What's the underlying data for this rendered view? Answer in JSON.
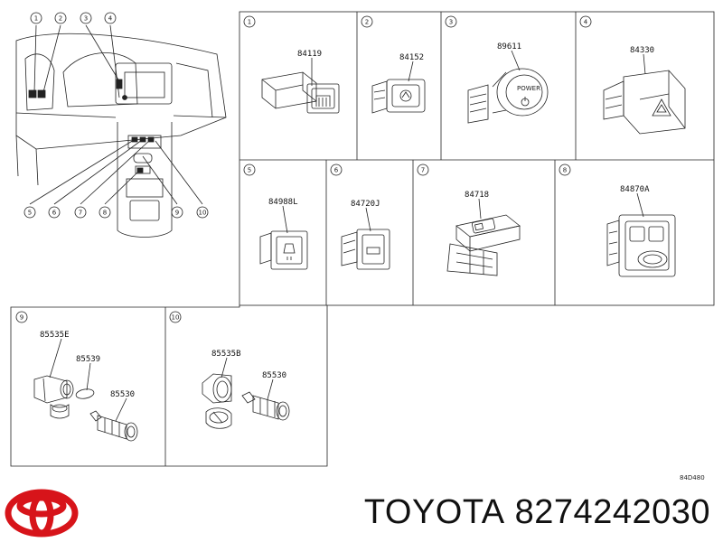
{
  "diagram": {
    "overview_callouts": [
      "1",
      "2",
      "3",
      "4",
      "5",
      "6",
      "7",
      "8",
      "9",
      "10"
    ],
    "cells": [
      {
        "num": "1",
        "parts": [
          "84119"
        ]
      },
      {
        "num": "2",
        "parts": [
          "84152"
        ]
      },
      {
        "num": "3",
        "parts": [
          "89611"
        ]
      },
      {
        "num": "4",
        "parts": [
          "84330"
        ]
      },
      {
        "num": "5",
        "parts": [
          "84988L"
        ]
      },
      {
        "num": "6",
        "parts": [
          "84720J"
        ]
      },
      {
        "num": "7",
        "parts": [
          "84718"
        ]
      },
      {
        "num": "8",
        "parts": [
          "84870A"
        ]
      },
      {
        "num": "9",
        "parts": [
          "85535E",
          "85539",
          "85530"
        ]
      },
      {
        "num": "10",
        "parts": [
          "85535B",
          "85530"
        ]
      }
    ],
    "reference_code": "84D480"
  },
  "brand": {
    "name": "TOYOTA",
    "part_number": "8274242030",
    "logo_color": "#d7141a"
  }
}
